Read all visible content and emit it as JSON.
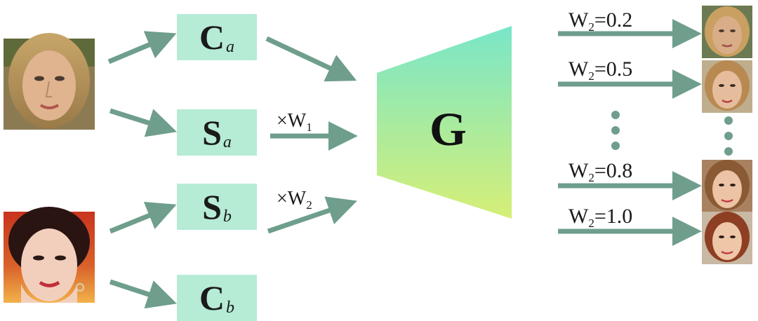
{
  "colors": {
    "arrow": "#6f9e8c",
    "box_fill": "#b6ebd6",
    "gen_top": "#79e6c9",
    "gen_bottom": "#d6ef77"
  },
  "boxes": {
    "ca": {
      "main": "C",
      "sub": "a"
    },
    "sa": {
      "main": "S",
      "sub": "a"
    },
    "sb": {
      "main": "S",
      "sub": "b"
    },
    "cb": {
      "main": "C",
      "sub": "b"
    }
  },
  "weights": {
    "w1": {
      "prefix": "×W",
      "sub": "1"
    },
    "w2": {
      "prefix": "×W",
      "sub": "2"
    }
  },
  "generator": {
    "label": "G"
  },
  "outputs": [
    {
      "prefix": "W",
      "sub": "2",
      "value": "=0.2"
    },
    {
      "prefix": "W",
      "sub": "2",
      "value": "=0.5"
    },
    {
      "prefix": "W",
      "sub": "2",
      "value": "=0.8"
    },
    {
      "prefix": "W",
      "sub": "2",
      "value": "=1.0"
    }
  ]
}
